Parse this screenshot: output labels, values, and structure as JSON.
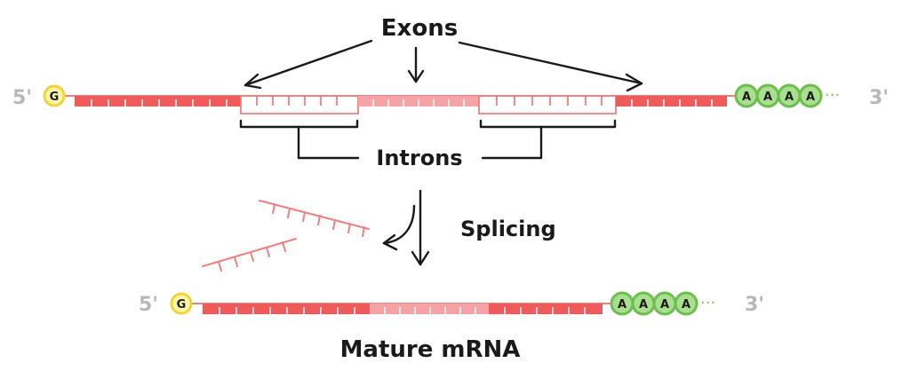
{
  "labels": {
    "exons": "Exons",
    "introns": "Introns",
    "splicing": "Splicing",
    "mature": "Mature mRNA"
  },
  "pre_mrna": {
    "five_prime": "5'",
    "cap": "G",
    "poly_a": [
      "A",
      "A",
      "A",
      "A"
    ],
    "trail": "···",
    "three_prime": "3'"
  },
  "mature_mrna": {
    "five_prime": "5'",
    "cap": "G",
    "poly_a": [
      "A",
      "A",
      "A",
      "A"
    ],
    "trail": "···",
    "three_prime": "3'"
  },
  "colors": {
    "exon_dark": "#ef5a5a",
    "exon_light": "#f5a3a6",
    "intron_stroke": "#f07f80",
    "cap_fill": "#fff6a8",
    "cap_stroke": "#f2d33c",
    "polya_fill": "#a9df8f",
    "polya_stroke": "#6cbf4f",
    "ink": "#1a1a1a",
    "prime_gray": "#b8b8b8"
  }
}
